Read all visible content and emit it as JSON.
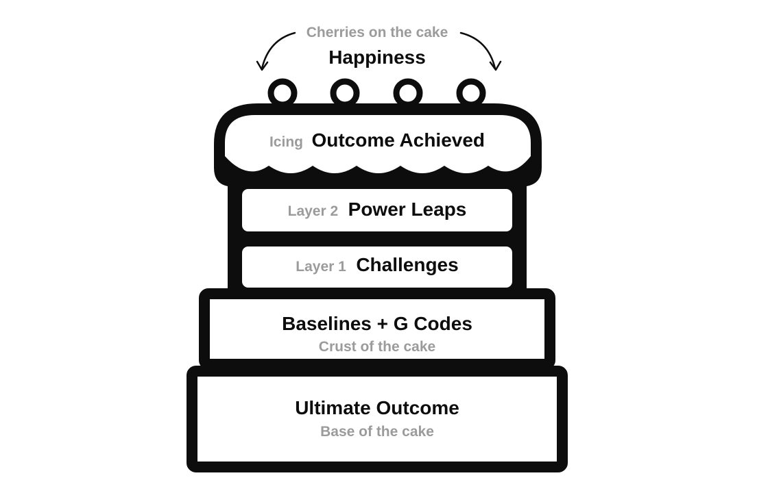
{
  "cherries": {
    "caption": "Cherries on the cake",
    "title": "Happiness"
  },
  "icing": {
    "tag": "Icing",
    "title": "Outcome Achieved"
  },
  "layer2": {
    "tag": "Layer 2",
    "title": "Power Leaps"
  },
  "layer1": {
    "tag": "Layer 1",
    "title": "Challenges"
  },
  "crust": {
    "title": "Baselines + G Codes",
    "subtitle": "Crust of the cake"
  },
  "base": {
    "title": "Ultimate Outcome",
    "subtitle": "Base of the cake"
  },
  "colors": {
    "ink": "#0d0d0d",
    "muted_text": "#9b9b9b",
    "background": "#ffffff"
  }
}
